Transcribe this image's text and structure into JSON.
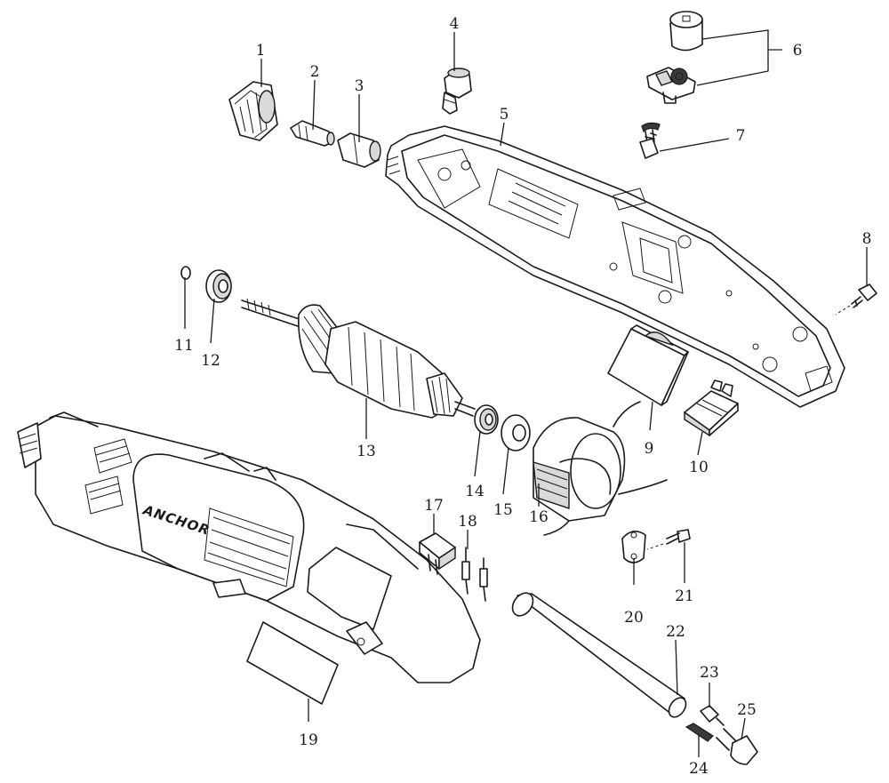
{
  "brand_label": "ANCHOR",
  "callouts": [
    {
      "id": "1",
      "text": "1"
    },
    {
      "id": "2",
      "text": "2"
    },
    {
      "id": "3",
      "text": "3"
    },
    {
      "id": "4",
      "text": "4"
    },
    {
      "id": "5",
      "text": "5"
    },
    {
      "id": "6",
      "text": "6"
    },
    {
      "id": "7",
      "text": "7"
    },
    {
      "id": "8",
      "text": "8"
    },
    {
      "id": "9",
      "text": "9"
    },
    {
      "id": "10",
      "text": "10"
    },
    {
      "id": "11",
      "text": "11"
    },
    {
      "id": "12",
      "text": "12"
    },
    {
      "id": "13",
      "text": "13"
    },
    {
      "id": "14",
      "text": "14"
    },
    {
      "id": "15",
      "text": "15"
    },
    {
      "id": "16",
      "text": "16"
    },
    {
      "id": "17",
      "text": "17"
    },
    {
      "id": "18",
      "text": "18"
    },
    {
      "id": "19",
      "text": "19"
    },
    {
      "id": "20",
      "text": "20"
    },
    {
      "id": "21",
      "text": "21"
    },
    {
      "id": "22",
      "text": "22"
    },
    {
      "id": "23",
      "text": "23"
    },
    {
      "id": "24",
      "text": "24"
    },
    {
      "id": "25",
      "text": "25"
    }
  ]
}
